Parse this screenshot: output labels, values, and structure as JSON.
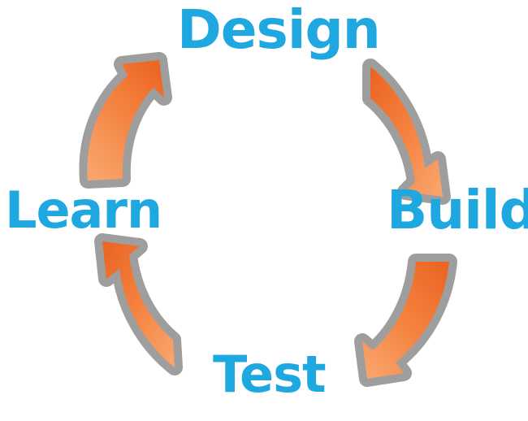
{
  "diagram": {
    "title": "Design Build Test Learn cycle",
    "type": "circular-process-cycle",
    "direction": "clockwise",
    "background_color": "#ffffff",
    "label_color": "#1FA8E0",
    "arrow_fill_light": "#F68B4B",
    "arrow_fill_dark": "#ED6B29",
    "arrow_outline_color": "#9E9E9E",
    "stages": [
      {
        "id": "design",
        "label": "Design",
        "position": "top",
        "next": "build"
      },
      {
        "id": "build",
        "label": "Build",
        "position": "right",
        "next": "test"
      },
      {
        "id": "test",
        "label": "Test",
        "position": "bottom",
        "next": "learn"
      },
      {
        "id": "learn",
        "label": "Learn",
        "position": "left",
        "next": "design"
      }
    ],
    "arrows": [
      {
        "id": "arrow-design-to-build",
        "from": "design",
        "to": "build",
        "quadrant": "top-right",
        "points": "down-right"
      },
      {
        "id": "arrow-build-to-test",
        "from": "build",
        "to": "test",
        "quadrant": "bottom-right",
        "points": "down-left"
      },
      {
        "id": "arrow-test-to-learn",
        "from": "test",
        "to": "learn",
        "quadrant": "bottom-left",
        "points": "up-left"
      },
      {
        "id": "arrow-learn-to-design",
        "from": "learn",
        "to": "design",
        "quadrant": "top-left",
        "points": "up-right"
      }
    ]
  }
}
